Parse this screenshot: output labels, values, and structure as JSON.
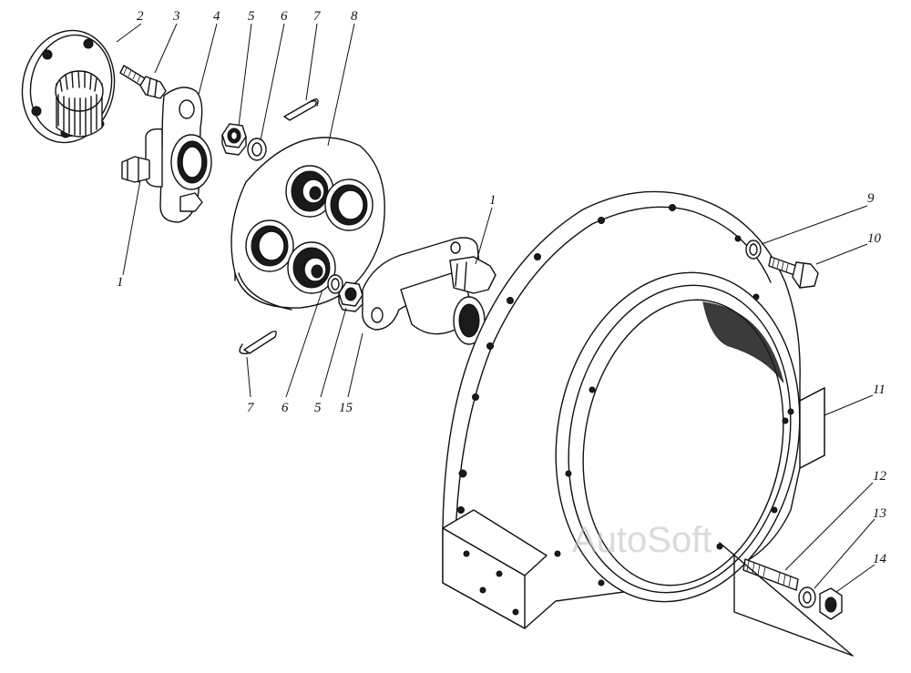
{
  "diagram": {
    "callouts": [
      {
        "id": "c2",
        "text": "2"
      },
      {
        "id": "c3",
        "text": "3"
      },
      {
        "id": "c4",
        "text": "4"
      },
      {
        "id": "c5t",
        "text": "5"
      },
      {
        "id": "c6t",
        "text": "6"
      },
      {
        "id": "c7t",
        "text": "7"
      },
      {
        "id": "c8",
        "text": "8"
      },
      {
        "id": "c1l",
        "text": "1"
      },
      {
        "id": "c1r",
        "text": "1"
      },
      {
        "id": "c7b",
        "text": "7"
      },
      {
        "id": "c6b",
        "text": "6"
      },
      {
        "id": "c5b",
        "text": "5"
      },
      {
        "id": "c15",
        "text": "15"
      },
      {
        "id": "c9",
        "text": "9"
      },
      {
        "id": "c10",
        "text": "10"
      },
      {
        "id": "c11",
        "text": "11"
      },
      {
        "id": "c12",
        "text": "12"
      },
      {
        "id": "c13",
        "text": "13"
      },
      {
        "id": "c14",
        "text": "14"
      }
    ],
    "watermark": "AutoSoft"
  }
}
